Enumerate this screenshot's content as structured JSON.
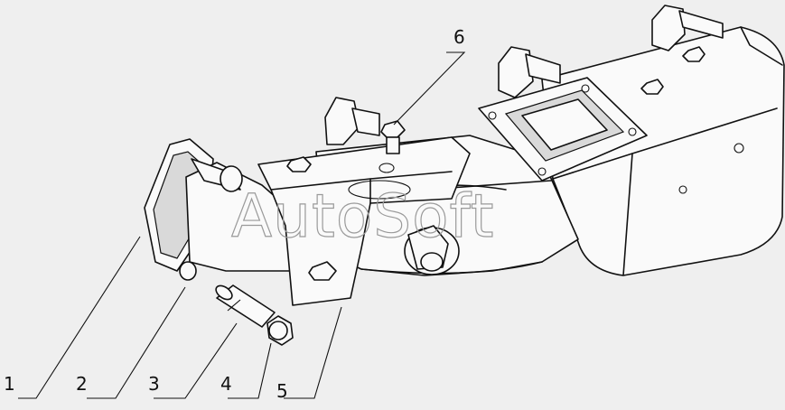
{
  "diagram": {
    "watermark": "AutoSoft",
    "callouts": [
      {
        "number": "1"
      },
      {
        "number": "2"
      },
      {
        "number": "3"
      },
      {
        "number": "4"
      },
      {
        "number": "5"
      },
      {
        "number": "6"
      }
    ]
  }
}
